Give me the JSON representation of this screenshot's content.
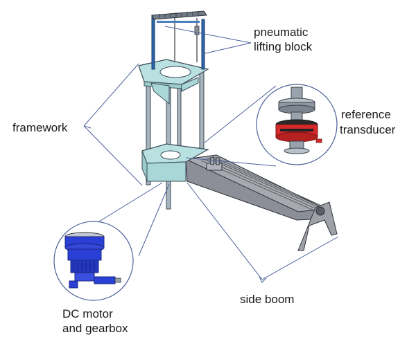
{
  "labels": {
    "pneumatic_lifting_block": [
      "pneumatic",
      "lifting block"
    ],
    "framework": [
      "framework"
    ],
    "reference_transducer": [
      "reference",
      "transducer"
    ],
    "dc_motor_and_gearbox": [
      "DC motor",
      "and gearbox"
    ],
    "side_boom": [
      "side boom"
    ]
  },
  "colors": {
    "frame_plate": "#b9e1e1",
    "frame_edge": "#3a4a55",
    "rods": "#a7b3bd",
    "pneumatic_blue": "#2c64a8",
    "boom_gray": "#8c8f97",
    "transducer_red": "#d42a2a",
    "motor_blue": "#2a3fd6",
    "leader_line": "#4a5f9a"
  }
}
